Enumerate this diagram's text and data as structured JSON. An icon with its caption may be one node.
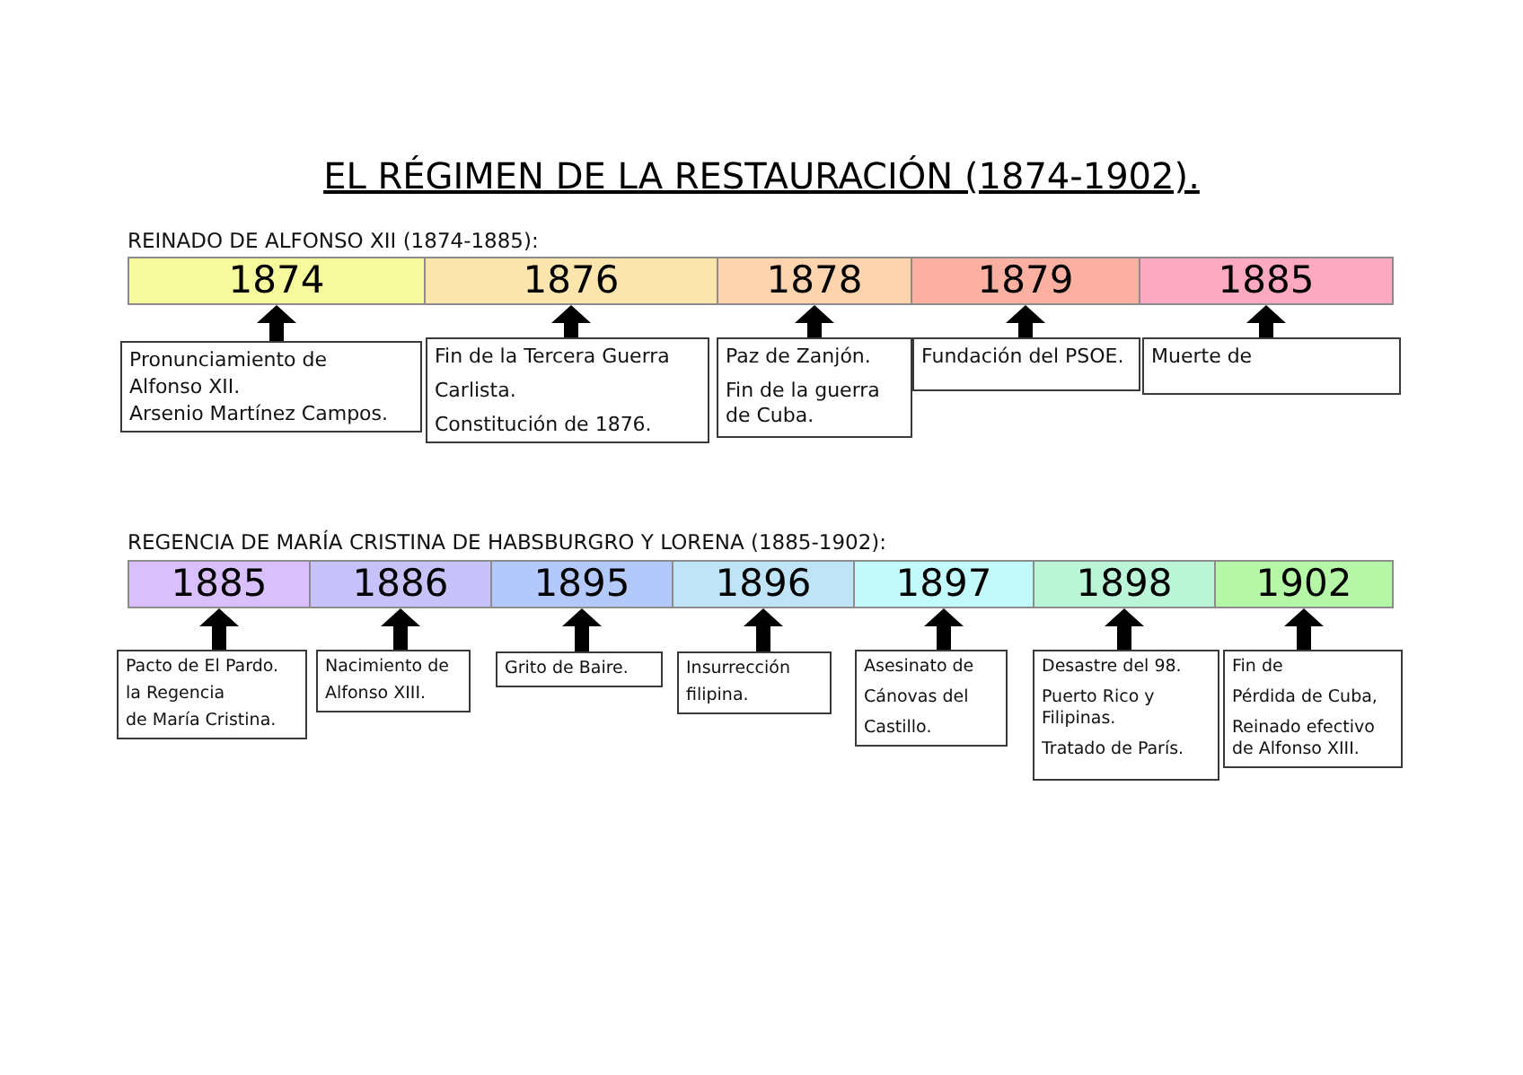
{
  "diagram": {
    "title": "EL RÉGIMEN DE LA RESTAURACIÓN (1874-1902).",
    "nodes": [
      {
        "text": [
          "1874"
        ]
      },
      {
        "text": [
          "1876"
        ]
      },
      {
        "text": [
          "1878"
        ]
      },
      {
        "text": [
          "1879"
        ]
      },
      {
        "text": [
          "1885"
        ]
      },
      {
        "text": [
          "Pronunciamiento de",
          "Alfonso XII.",
          "Arsenio Martínez Campos."
        ]
      },
      {
        "text": [
          "Fin de la Tercera Guerra",
          "Carlista.",
          "Constitución de 1876."
        ]
      },
      {
        "text": [
          "Paz de Zanjón.",
          "Fin de la guerra de Cuba."
        ]
      },
      {
        "text": [
          "Fundación del PSOE."
        ]
      },
      {
        "text": [
          "Muerte de"
        ]
      },
      {
        "text": [
          "1885"
        ]
      },
      {
        "text": [
          "1886"
        ]
      },
      {
        "text": [
          "1895"
        ]
      },
      {
        "text": [
          "1896"
        ]
      },
      {
        "text": [
          "1897"
        ]
      },
      {
        "text": [
          "1898"
        ]
      },
      {
        "text": [
          "1902"
        ]
      },
      {
        "text": [
          "Pacto de El Pardo.",
          "la Regencia",
          "de María Cristina."
        ]
      },
      {
        "text": [
          "Nacimiento de",
          "Alfonso XIII."
        ]
      },
      {
        "text": [
          "Grito de Baire."
        ]
      },
      {
        "text": [
          "Insurrección",
          "filipina."
        ]
      },
      {
        "text": [
          "Asesinato de",
          "Cánovas del",
          "Castillo."
        ]
      },
      {
        "text": [
          "Desastre del 98.",
          "Puerto Rico y Filipinas.",
          "Tratado de París."
        ]
      },
      {
        "text": [
          "Fin de",
          "Pérdida de Cuba,",
          "Reinado efectivo de Alfonso XIII."
        ]
      }
    ],
    "edges": [
      {
        "from": 5,
        "to": 0,
        "arrow": "to"
      },
      {
        "from": 6,
        "to": 1,
        "arrow": "to"
      },
      {
        "from": 7,
        "to": 2,
        "arrow": "to"
      },
      {
        "from": 8,
        "to": 3,
        "arrow": "to"
      },
      {
        "from": 9,
        "to": 4,
        "arrow": "to"
      },
      {
        "from": 17,
        "to": 10,
        "arrow": "to"
      },
      {
        "from": 18,
        "to": 11,
        "arrow": "to"
      },
      {
        "from": 19,
        "to": 12,
        "arrow": "to"
      },
      {
        "from": 20,
        "to": 13,
        "arrow": "to"
      },
      {
        "from": 21,
        "to": 14,
        "arrow": "to"
      },
      {
        "from": 22,
        "to": 15,
        "arrow": "to"
      },
      {
        "from": 23,
        "to": 16,
        "arrow": "to"
      }
    ],
    "labels": [
      "REINADO DE ALFONSO XII (1874-1885):",
      "REGENCIA DE MARÍA CRISTINA DE HABSBURGRO Y LORENA (1885-1902):"
    ]
  }
}
